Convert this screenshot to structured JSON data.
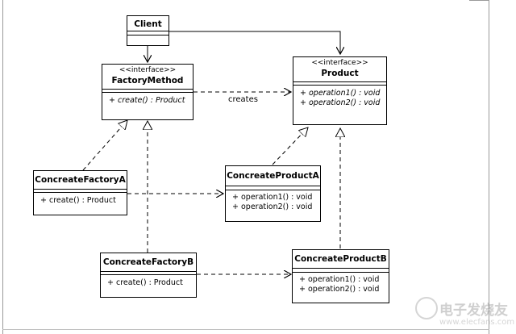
{
  "diagram": {
    "client": {
      "title": "Client"
    },
    "factory_method": {
      "stereotype": "<<interface>>",
      "title": "FactoryMethod",
      "operation": "+ create() : Product"
    },
    "product": {
      "stereotype": "<<interface>>",
      "title": "Product",
      "operations": [
        "+ operation1() : void",
        "+ operation2() : void"
      ]
    },
    "factory_a": {
      "title": "ConcreateFactoryA",
      "operation": "+ create() : Product"
    },
    "factory_b": {
      "title": "ConcreateFactoryB",
      "operation": "+ create() : Product"
    },
    "product_a": {
      "title": "ConcreateProductA",
      "operations": [
        "+ operation1() : void",
        "+ operation2() : void"
      ]
    },
    "product_b": {
      "title": "ConcreateProductB",
      "operations": [
        "+ operation1() : void",
        "+ operation2() : void"
      ]
    },
    "creates_label": "creates"
  },
  "watermark": {
    "text": "电子发烧友",
    "url": "www.elecfans.com"
  }
}
